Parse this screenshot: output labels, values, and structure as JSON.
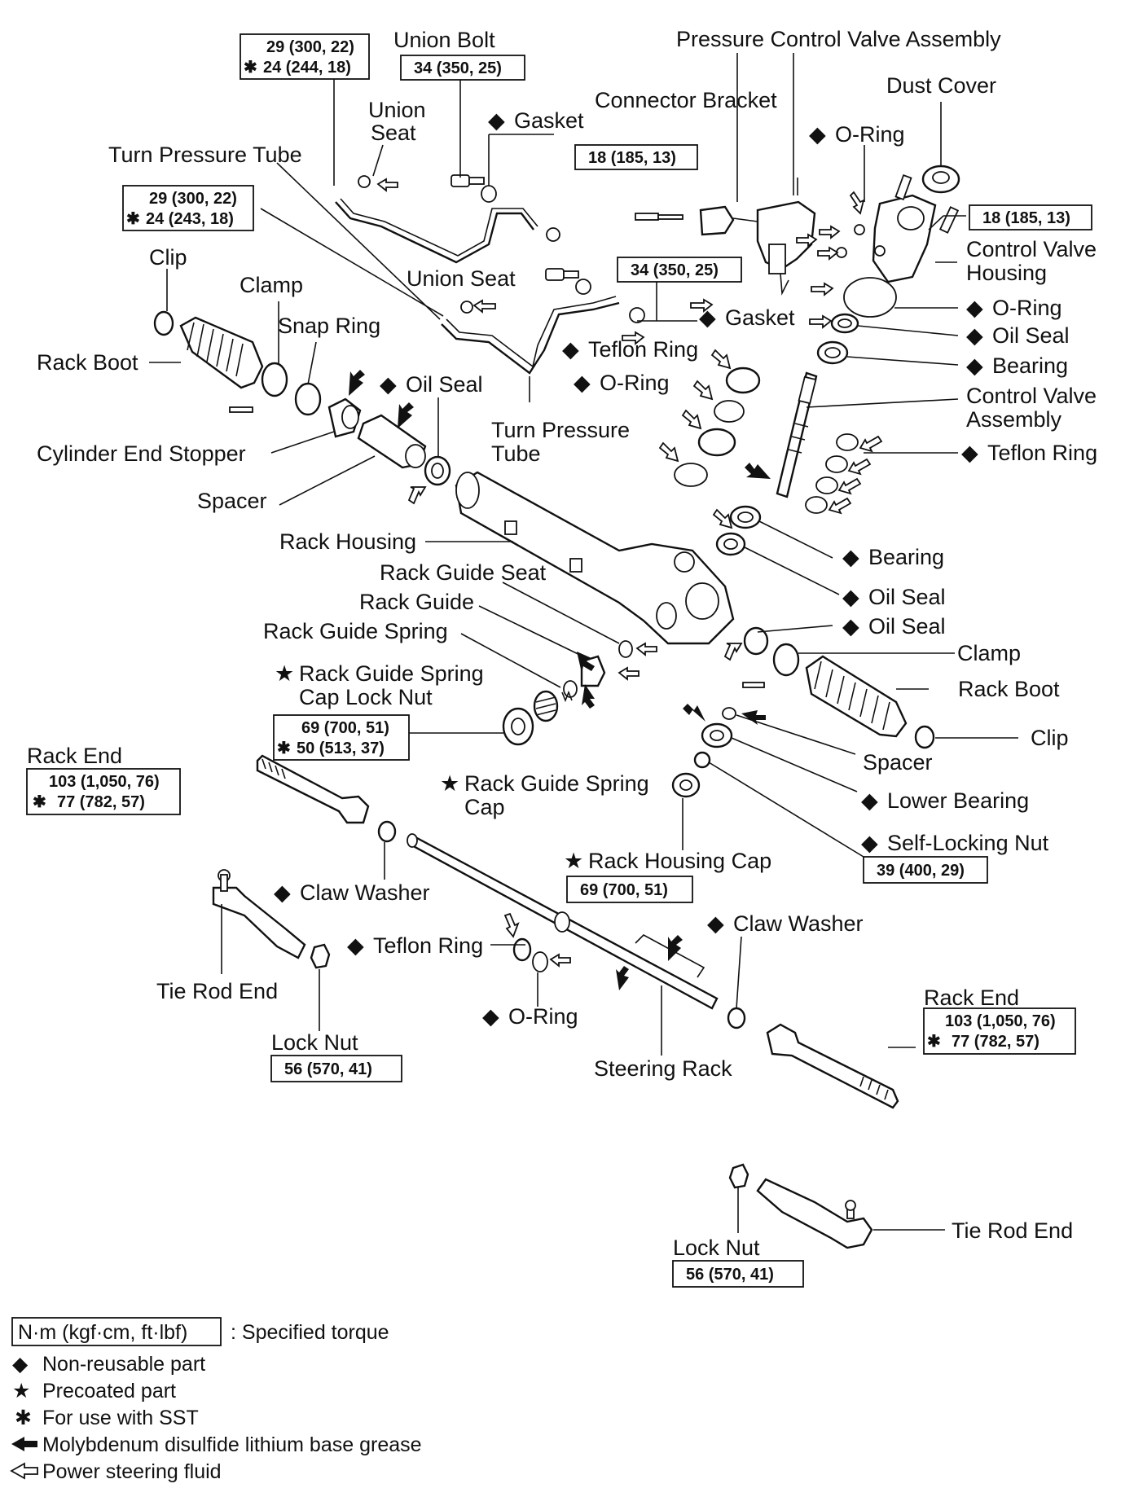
{
  "labels": {
    "union_bolt": "Union Bolt",
    "pcv_assembly": "Pressure Control Valve Assembly",
    "dust_cover": "Dust Cover",
    "union_seat_1_a": "Union",
    "union_seat_1_b": "Seat",
    "gasket_1": "Gasket",
    "connector_bracket": "Connector Bracket",
    "o_ring_1": "O-Ring",
    "turn_pressure_tube_1": "Turn Pressure Tube",
    "clip_1": "Clip",
    "union_seat_2": "Union Seat",
    "clamp_1": "Clamp",
    "snap_ring": "Snap Ring",
    "rack_boot_1": "Rack Boot",
    "control_valve_housing_a": "Control Valve",
    "control_valve_housing_b": "Housing",
    "gasket_2": "Gasket",
    "o_ring_2": "O-Ring",
    "oil_seal_1": "Oil Seal",
    "teflon_ring_1": "Teflon Ring",
    "bearing_1": "Bearing",
    "o_ring_3": "O-Ring",
    "oil_seal_2": "Oil Seal",
    "control_valve_assembly_a": "Control Valve",
    "control_valve_assembly_b": "Assembly",
    "cylinder_end_stopper": "Cylinder End Stopper",
    "turn_pressure_tube_2_a": "Turn Pressure",
    "turn_pressure_tube_2_b": "Tube",
    "teflon_ring_2": "Teflon Ring",
    "spacer_1": "Spacer",
    "rack_housing": "Rack Housing",
    "bearing_2": "Bearing",
    "rack_guide_seat": "Rack Guide Seat",
    "oil_seal_3": "Oil Seal",
    "rack_guide": "Rack Guide",
    "oil_seal_4": "Oil Seal",
    "rack_guide_spring": "Rack Guide Spring",
    "clamp_2": "Clamp",
    "rgs_cap_lock_nut_a": "Rack Guide Spring",
    "rgs_cap_lock_nut_b": "Cap Lock Nut",
    "rack_boot_2": "Rack Boot",
    "clip_2": "Clip",
    "rack_end_1": "Rack End",
    "spacer_2": "Spacer",
    "rgs_cap_a": "Rack Guide Spring",
    "rgs_cap_b": "Cap",
    "lower_bearing": "Lower Bearing",
    "self_locking_nut": "Self-Locking Nut",
    "rack_housing_cap": "Rack Housing Cap",
    "claw_washer_1": "Claw Washer",
    "claw_washer_2": "Claw Washer",
    "teflon_ring_3": "Teflon Ring",
    "tie_rod_end_1": "Tie Rod End",
    "o_ring_4": "O-Ring",
    "rack_end_2": "Rack End",
    "lock_nut_1": "Lock Nut",
    "steering_rack": "Steering Rack",
    "lock_nut_2": "Lock Nut",
    "tie_rod_end_2": "Tie Rod End"
  },
  "torques": {
    "t1_a": "29 (300, 22)",
    "t1_b": "24 (244, 18)",
    "t2": "34 (350, 25)",
    "t3": "18 (185, 13)",
    "t4": "18 (185, 13)",
    "t5_a": "29 (300, 22)",
    "t5_b": "24 (243, 18)",
    "t6": "34 (350, 25)",
    "t7_a": "69 (700, 51)",
    "t7_b": "50 (513, 37)",
    "t8_a": "103 (1,050, 76)",
    "t8_b": "77 (782, 57)",
    "t9": "39 (400, 29)",
    "t10": "69 (700, 51)",
    "t11_a": "103 (1,050, 76)",
    "t11_b": "77 (782, 57)",
    "t12": "56 (570, 41)",
    "t13": "56 (570, 41)"
  },
  "symbols": {
    "non_reusable": "◆",
    "precoated": "★",
    "sst": "✱"
  },
  "legend": {
    "torque_box": "N·m (kgf·cm, ft·lbf)",
    "torque_desc": ": Specified torque",
    "non_reusable": "Non-reusable part",
    "precoated": "Precoated part",
    "sst": "For use with SST",
    "grease": "Molybdenum disulfide lithium base grease",
    "fluid": "Power steering fluid"
  }
}
